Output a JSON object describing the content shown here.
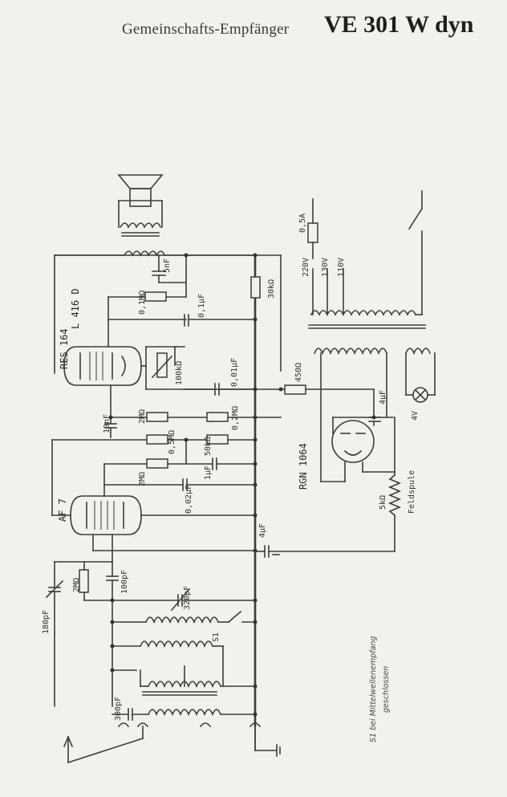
{
  "header": {
    "subtitle": "Gemeinschafts-Empfänger",
    "model": "VE 301 W dyn"
  },
  "tubes": {
    "output": "RES 164",
    "output_alt": "L 416 D",
    "detector": "AF 7",
    "rectifier": "RGN 1064"
  },
  "components": {
    "c_5nf": "5nF",
    "r_01m": "0,1MΩ",
    "c_01uf": "0,1µF",
    "r_30k": "30kΩ",
    "pot_100k": "100kΩ",
    "c_001uf": "0,01µF",
    "r_450": "450Ω",
    "c_4uf_a": "4µF",
    "c_10nf": "10nF",
    "r_2m_a": "2MΩ",
    "r_02m": "0,2MΩ",
    "r_05m": "0,5MΩ",
    "r_50k": "50kΩ",
    "c_1uf": "1µF",
    "r_2m_b": "2MΩ",
    "c_002uf": "0,02µF",
    "r_5k": "5kΩ",
    "feldspule": "Feldspule",
    "c_4uf_b": "4µF",
    "r_2m_c": "2MΩ",
    "c_100pf": "100pF",
    "c_320pf": "320pF",
    "c_180pf": "180pF",
    "switch_s1": "S1",
    "c_300pf": "300pF",
    "v220": "220V",
    "v130": "130V",
    "v110": "110V",
    "fuse": "0,5A",
    "lamp_v": "4V"
  },
  "note": {
    "line1": "S1 bei Mittelwellenempfang",
    "line2": "geschlossen"
  }
}
